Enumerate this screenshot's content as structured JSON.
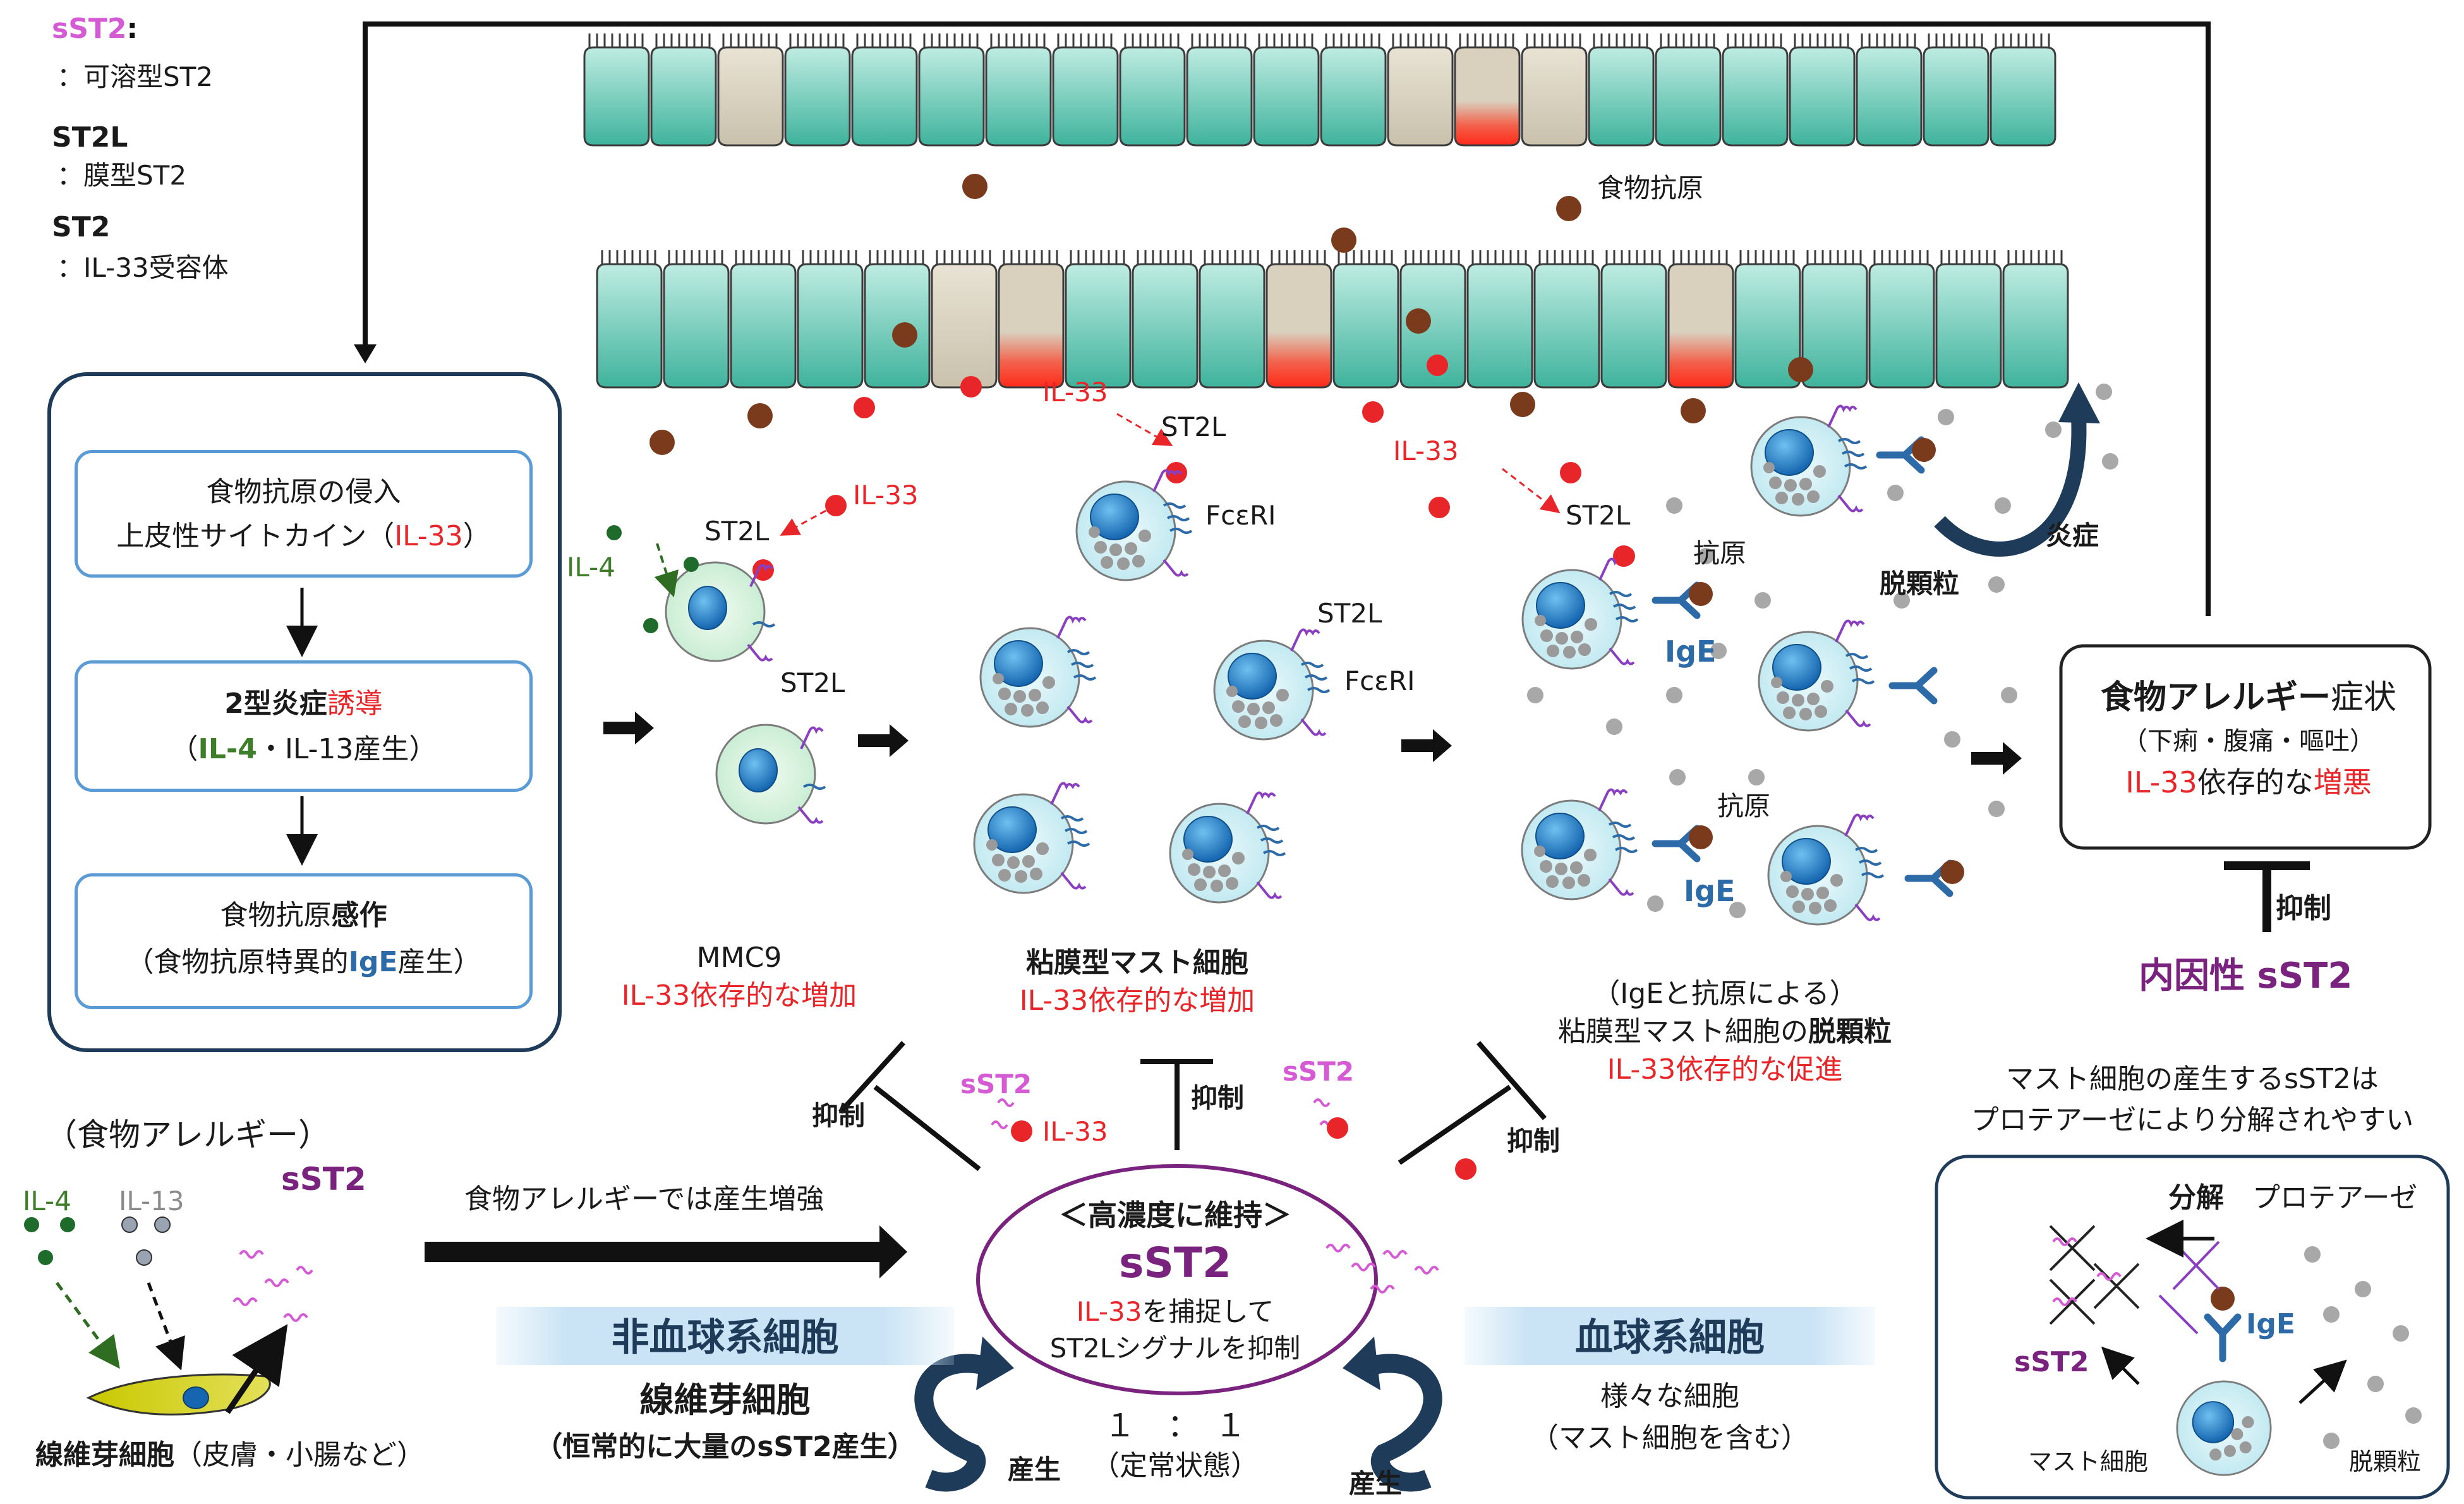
{
  "legend": {
    "sst2_term": "sST2",
    "sst2_colon": ":",
    "sst2_def": "：可溶型ST2",
    "st2l_term": "ST2L",
    "st2l_def": "：膜型ST2",
    "st2_term": "ST2",
    "st2_def": "：IL-33受容体"
  },
  "flow": {
    "step1_l1": "食物抗原の侵入",
    "step1_l2a": "上皮性サイトカイン（",
    "step1_l2b": "IL-33",
    "step1_l2c": "）",
    "step2_l1a": "2型炎症",
    "step2_l1b": "誘導",
    "step2_l2a": "（",
    "step2_l2b": "IL-4",
    "step2_l2c": "・IL-13産生）",
    "step3_l1a": "食物抗原",
    "step3_l1b": "感作",
    "step3_l2a": "（食物抗原特異的",
    "step3_l2b": "IgE",
    "step3_l2c": "産生）"
  },
  "epithelium": {
    "antigen_label": "食物抗原"
  },
  "stage1": {
    "il33": "IL-33",
    "il4": "IL-4",
    "st2l_top": "ST2L",
    "st2l_bottom": "ST2L",
    "cap_l1": "MMC9",
    "cap_l2a": "IL-33依存的な",
    "cap_l2b": "増加"
  },
  "stage2": {
    "il33": "IL-33",
    "st2l_a": "ST2L",
    "fceri_a": "FcεRI",
    "st2l_b": "ST2L",
    "fceri_b": "FcεRI",
    "cap_l1": "粘膜型マスト細胞",
    "cap_l2a": "IL-33依存的な",
    "cap_l2b": "増加"
  },
  "stage3": {
    "il33": "IL-33",
    "st2l": "ST2L",
    "antigen_a": "抗原",
    "ige_a": "IgE",
    "antigen_b": "抗原",
    "ige_b": "IgE",
    "degranulation": "脱顆粒",
    "inflammation": "炎症",
    "cap_l1": "（IgEと抗原による）",
    "cap_l2a": "粘膜型マスト細胞の",
    "cap_l2b": "脱顆粒",
    "cap_l3a": "IL-33依存的な",
    "cap_l3b": "促進"
  },
  "symptoms": {
    "title_a": "食物アレルギー",
    "title_b": "症状",
    "sub": "（下痢・腹痛・嘔吐）",
    "l3a": "IL-33",
    "l3b": "依存的な",
    "l3c": "増悪",
    "suppress": "抑制",
    "endogenous": "内因性 sST2"
  },
  "fibroblast": {
    "header": "（食物アレルギー）",
    "il4": "IL-4",
    "il13": "IL-13",
    "sst2": "sST2",
    "cell_a": "線維芽細胞",
    "cell_b": "（皮膚・小腸など）",
    "arrow_label": "食物アレルギーでは産生増強"
  },
  "center": {
    "maintain": "＜高濃度に維持＞",
    "sst2": "sST2",
    "l3a": "IL-33",
    "l3b": "を捕捉して",
    "l4": "ST2Lシグナルを抑制",
    "ratio": "１　：　１",
    "steady": "（定常状態）",
    "suppress_a": "抑制",
    "suppress_b": "抑制",
    "suppress_c": "抑制",
    "sst2_a": "sST2",
    "sst2_b": "sST2",
    "il33_a": "IL-33",
    "produce_a": "産生",
    "produce_b": "産生"
  },
  "nonblood": {
    "band": "非血球系細胞",
    "l1": "線維芽細胞",
    "l2": "（恒常的に大量のsST2産生）"
  },
  "blood": {
    "band": "血球系細胞",
    "l1": "様々な細胞",
    "l2": "（マスト細胞を含む）"
  },
  "protease": {
    "note_l1": "マスト細胞の産生するsST2は",
    "note_l2": "プロテアーゼにより分解されやすい",
    "decompose": "分解",
    "protease": "プロテアーゼ",
    "ige": "IgE",
    "sst2": "sST2",
    "mast": "マスト細胞",
    "granule": "脱顆粒"
  },
  "colors": {
    "il33_red": "#e8262a",
    "sst2_purple": "#7a237e",
    "sst2_pink": "#d45bd3",
    "il4_green": "#3e7d2a",
    "ige_blue": "#2c6aa8",
    "epithelium_teal": "#5fc4b0",
    "antigen_brown": "#7a3a1c",
    "flowbox_blue": "#5b9bd5"
  }
}
